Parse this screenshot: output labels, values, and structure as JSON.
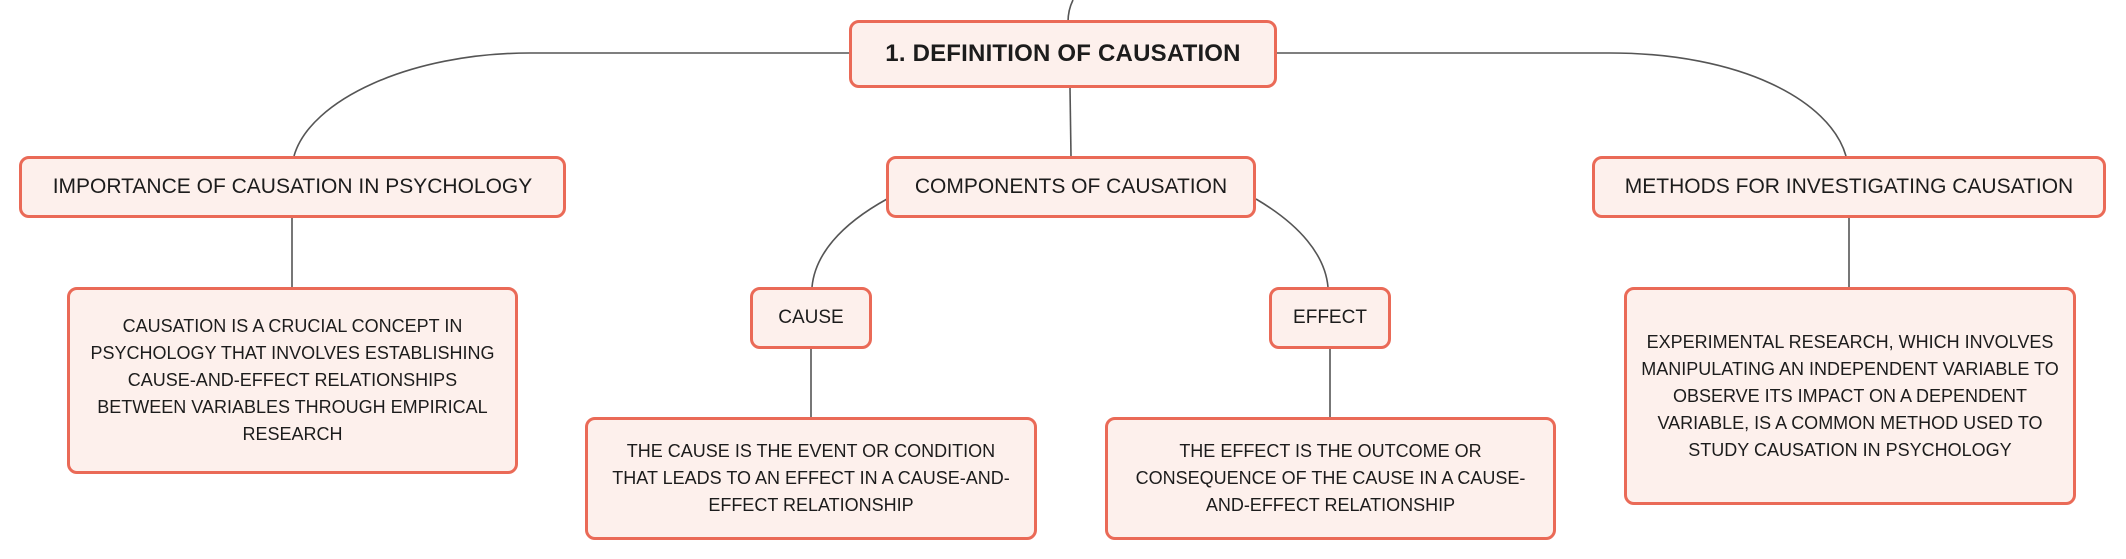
{
  "root": {
    "label": "1. DEFINITION OF CAUSATION"
  },
  "topics": {
    "importance": {
      "label": "IMPORTANCE OF CAUSATION IN PSYCHOLOGY",
      "detail": "CAUSATION IS A CRUCIAL CONCEPT IN PSYCHOLOGY THAT INVOLVES ESTABLISHING CAUSE-AND-EFFECT RELATIONSHIPS BETWEEN VARIABLES THROUGH EMPIRICAL RESEARCH"
    },
    "components": {
      "label": "COMPONENTS OF CAUSATION",
      "cause": {
        "label": "CAUSE",
        "detail": "THE CAUSE IS THE EVENT OR CONDITION THAT LEADS TO AN EFFECT IN A CAUSE-AND-EFFECT RELATIONSHIP"
      },
      "effect": {
        "label": "EFFECT",
        "detail": "THE EFFECT IS THE OUTCOME OR CONSEQUENCE OF THE CAUSE IN A CAUSE-AND-EFFECT RELATIONSHIP"
      }
    },
    "methods": {
      "label": "METHODS FOR INVESTIGATING CAUSATION",
      "detail": "EXPERIMENTAL RESEARCH, WHICH INVOLVES MANIPULATING AN INDEPENDENT VARIABLE TO OBSERVE ITS IMPACT ON A DEPENDENT VARIABLE, IS A COMMON METHOD USED TO STUDY CAUSATION IN PSYCHOLOGY"
    }
  },
  "colors": {
    "node_border": "#ea6a57",
    "node_fill": "#fdf0ec",
    "connector": "#555555",
    "text": "#1c1c1c"
  }
}
